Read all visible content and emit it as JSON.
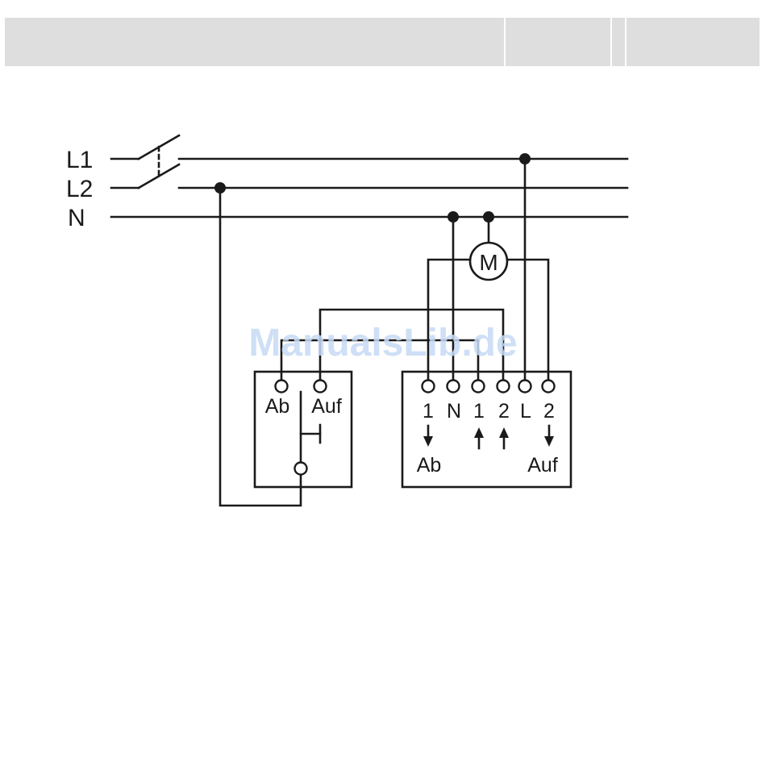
{
  "header": {
    "title": ""
  },
  "diagram": {
    "lines": {
      "l1": "L1",
      "l2": "L2",
      "n": "N"
    },
    "motor_label": "M",
    "switch": {
      "terminal_down": "Ab",
      "terminal_up": "Auf"
    },
    "actuator": {
      "terminals": [
        "1",
        "N",
        "1",
        "2",
        "L",
        "2"
      ],
      "label_down": "Ab",
      "label_up": "Auf"
    },
    "watermark": "ManualsLib.de",
    "colors": {
      "line": "#1a1a1a",
      "header": "#dedede",
      "watermark": "#c6daf5"
    }
  }
}
